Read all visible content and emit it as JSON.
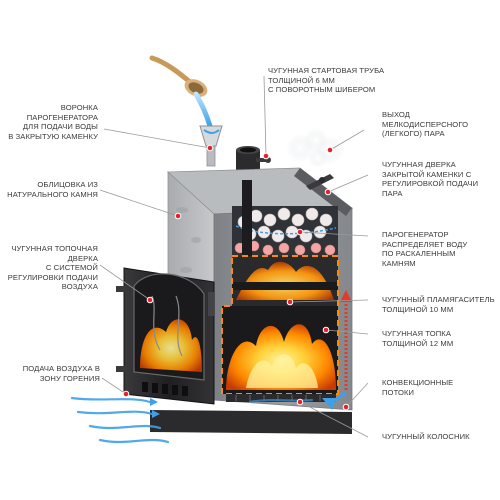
{
  "labels": {
    "funnel": "ВОРОНКА\nПАРОГЕНЕРАТОРА\nДЛЯ ПОДАЧИ ВОДЫ\nВ ЗАКРЫТУЮ КАМЕНКУ",
    "stone_cladding": "ОБЛИЦОВКА ИЗ\nНАТУРАЛЬНОГО КАМНЯ",
    "firebox_door": "ЧУГУННАЯ ТОПОЧНАЯ\nДВЕРКА\nС СИСТЕМОЙ\nРЕГУЛИРОВКИ ПОДАЧИ\nВОЗДУХА",
    "air_supply": "ПОДАЧА ВОЗДУХА В\nЗОНУ ГОРЕНИЯ",
    "starter_pipe": "ЧУГУННАЯ СТАРТОВАЯ ТРУБА\nТОЛЩИНОЙ 6 ММ\nС ПОВОРОТНЫМ ШИБЕРОМ",
    "steam_output": "ВЫХОД\nМЕЛКОДИСПЕРСНОГО\n(ЛЕГКОГО) ПАРА",
    "heater_door": "ЧУГУННАЯ ДВЕРКА\nЗАКРЫТОЙ КАМЕНКИ С\nРЕГУЛИРОВКОЙ ПОДАЧИ\nПАРА",
    "steam_generator": "ПАРОГЕНЕРАТОР\nРАСПРЕДЕЛЯЕТ ВОДУ\nПО РАСКАЛЕННЫМ\nКАМНЯМ",
    "flame_damper": "ЧУГУННЫЙ ПЛАМЯГАСИТЕЛЬ\nТОЛЩИНОЙ 10 ММ",
    "firebox": "ЧУГУННАЯ ТОПКА\nТОЛЩИНОЙ 12 ММ",
    "convection": "КОНВЕКЦИОННЫЕ\nПОТОКИ",
    "grate": "ЧУГУННЫЙ КОЛОСНИК"
  },
  "colors": {
    "label_text": "#3a3a3a",
    "leader_line": "#9a9a9a",
    "leader_dot": "#e0232e",
    "stone": "#8c8f93",
    "iron": "#2b2b2d",
    "fire_orange": "#ff8a00",
    "fire_yellow": "#ffd23a",
    "water_blue": "#3da0e8",
    "convection_red": "#e33a2a"
  }
}
